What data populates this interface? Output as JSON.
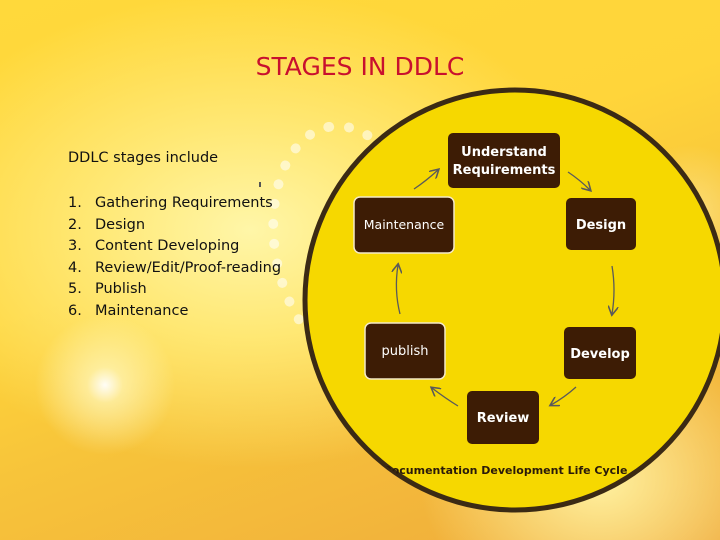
{
  "slide": {
    "title": "STAGES IN DDLC",
    "intro": "DDLC stages include",
    "stages": [
      {
        "num": "1.",
        "label": "Gathering Requirements"
      },
      {
        "num": "2.",
        "label": "Design"
      },
      {
        "num": "3.",
        "label": "Content Developing"
      },
      {
        "num": "4.",
        "label": "Review/Edit/Proof-reading"
      },
      {
        "num": "5.",
        "label": "Publish"
      },
      {
        "num": "6.",
        "label": "Maintenance"
      }
    ]
  },
  "diagram": {
    "nodes": {
      "understand_line1": "Understand",
      "understand_line2": "Requirements",
      "design": "Design",
      "develop": "Develop",
      "review": "Review",
      "publish": "publish",
      "maintenance": "Maintenance"
    },
    "caption": "Documentation Development Life Cycle",
    "colors": {
      "circle_fill": "#f6d800",
      "circle_border": "#3b2a14",
      "node_fill": "#3d1c05",
      "node_text": "#ffffff",
      "title": "#c8102e"
    }
  }
}
